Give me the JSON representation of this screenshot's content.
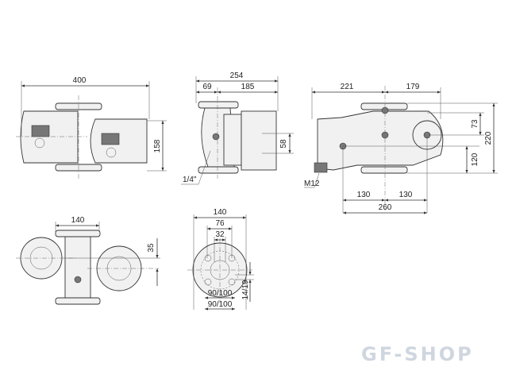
{
  "front_view": {
    "width": "400",
    "height": "158"
  },
  "side_view": {
    "total": "254",
    "left": "69",
    "right": "185",
    "offset": "58",
    "port": "1/4\""
  },
  "top_view": {
    "left": "221",
    "right": "179",
    "dim_73": "73",
    "dim_120": "120",
    "dim_220": "220",
    "half_left": "130",
    "half_right": "130",
    "total": "260",
    "connector": "M12"
  },
  "bottom_view": {
    "width": "140",
    "offset": "35"
  },
  "flange_view": {
    "outer": "140",
    "bolt": "76",
    "bore": "32",
    "pcd_1": "90/100",
    "pcd_2": "90/100",
    "hole": "14/19"
  },
  "watermark": "GF-SHOP"
}
